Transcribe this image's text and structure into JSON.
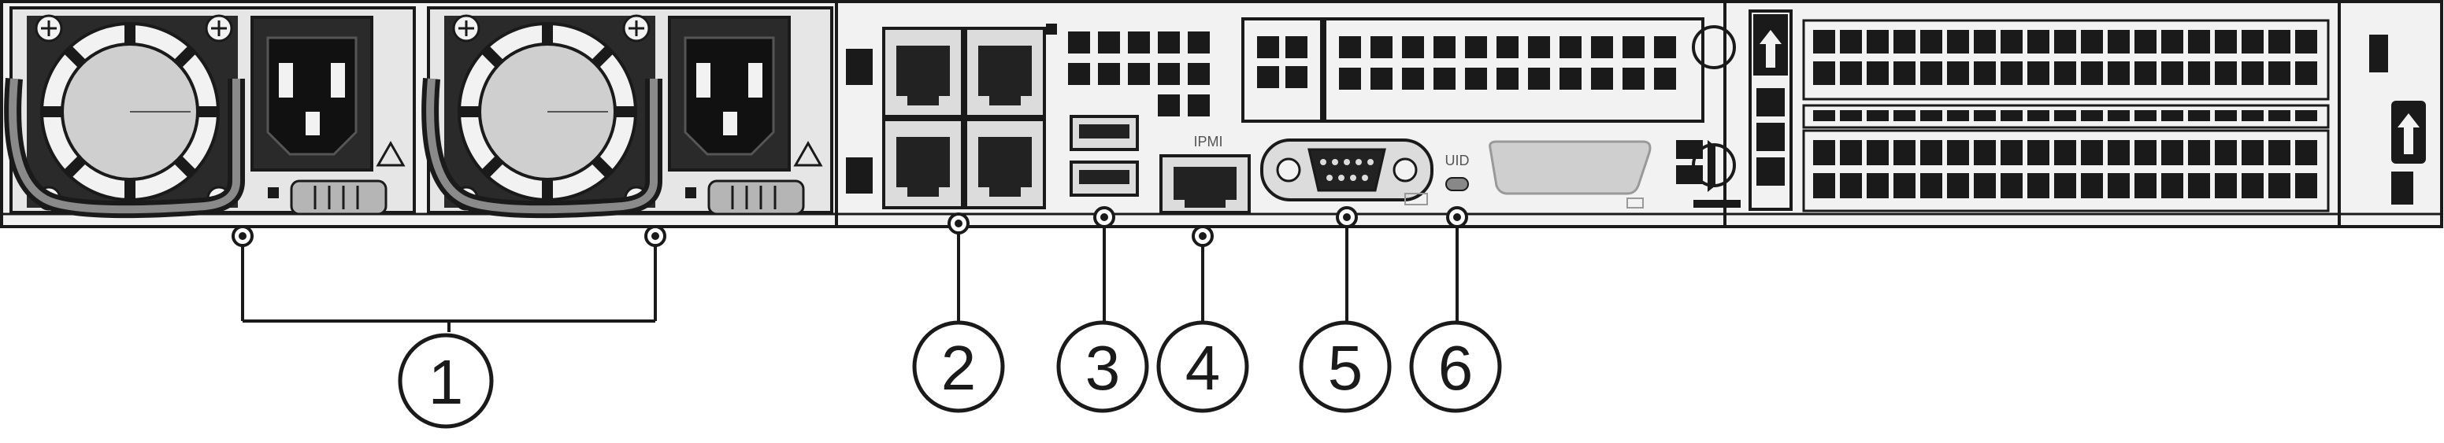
{
  "diagram": {
    "panel_labels": {
      "ipmi": "IPMI",
      "uid": "UID"
    },
    "callouts": [
      {
        "id": "psu",
        "number": "1"
      },
      {
        "id": "lan",
        "number": "2"
      },
      {
        "id": "usb",
        "number": "3"
      },
      {
        "id": "ipmi",
        "number": "4"
      },
      {
        "id": "serial",
        "number": "5"
      },
      {
        "id": "uid",
        "number": "6"
      }
    ],
    "colors": {
      "stroke": "#1a1a1a",
      "chassis_fill": "#f2f2f2",
      "psu_fill": "#e6e6e6",
      "fan_hub": "#cfcfcf",
      "port_dark": "#222222",
      "port_bg": "#dcdcdc"
    }
  }
}
